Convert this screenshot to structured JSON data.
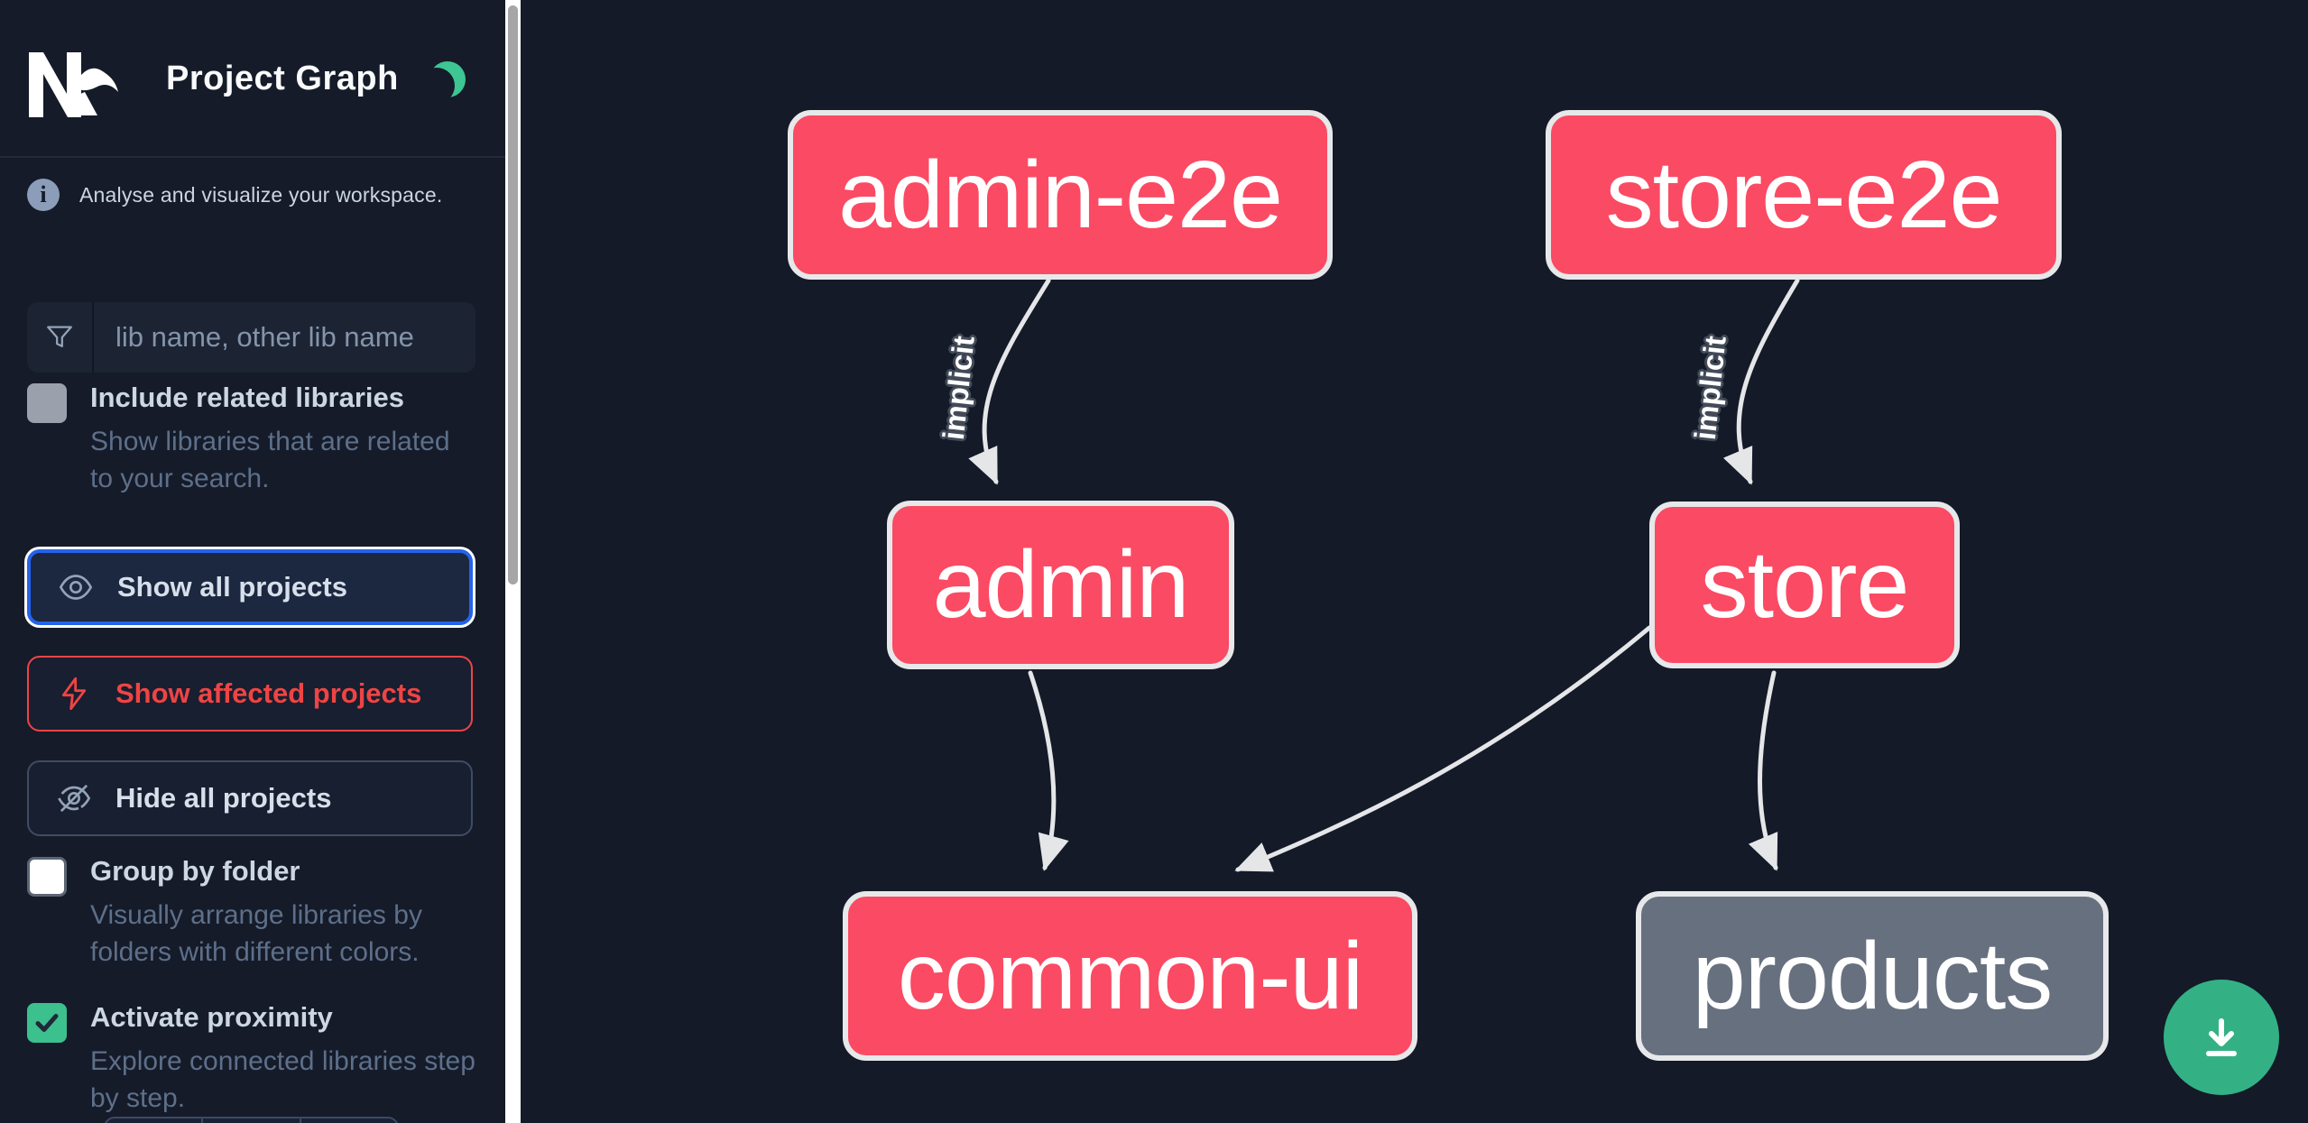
{
  "app": {
    "title": "Project Graph",
    "logo": "Nx",
    "theme_toggle_icon": "moon"
  },
  "sidebar": {
    "tagline": "Analyse and visualize your workspace.",
    "filter_input": {
      "placeholder": "lib name, other lib name",
      "value": ""
    },
    "options": [
      {
        "label": "Include related libraries",
        "description": "Show libraries that are related to your search.",
        "checked": false,
        "disabled": true
      },
      {
        "label": "Group by folder",
        "description": "Visually arrange libraries by folders with different colors.",
        "checked": false,
        "disabled": false
      },
      {
        "label": "Activate proximity",
        "description": "Explore connected libraries step by step.",
        "checked": true,
        "disabled": false
      }
    ],
    "actions": [
      {
        "label": "Show all projects",
        "icon": "eye",
        "state": "focused"
      },
      {
        "label": "Show affected projects",
        "icon": "lightning-bolt",
        "state": "affected"
      },
      {
        "label": "Hide all projects",
        "icon": "eye-off",
        "state": "default"
      }
    ]
  },
  "graph": {
    "nodes": [
      {
        "id": "admin-e2e",
        "label": "admin-e2e",
        "color": "#fb4a63"
      },
      {
        "id": "store-e2e",
        "label": "store-e2e",
        "color": "#fb4a63"
      },
      {
        "id": "admin",
        "label": "admin",
        "color": "#fb4a63"
      },
      {
        "id": "store",
        "label": "store",
        "color": "#fb4a63"
      },
      {
        "id": "common-ui",
        "label": "common-ui",
        "color": "#fb4a63"
      },
      {
        "id": "products",
        "label": "products",
        "color": "#67707f"
      }
    ],
    "edges": [
      {
        "from": "admin-e2e",
        "to": "admin",
        "label": "implicit"
      },
      {
        "from": "store-e2e",
        "to": "store",
        "label": "implicit"
      },
      {
        "from": "admin",
        "to": "common-ui",
        "label": ""
      },
      {
        "from": "store",
        "to": "common-ui",
        "label": ""
      },
      {
        "from": "store",
        "to": "products",
        "label": ""
      }
    ]
  },
  "fab": {
    "icon": "download"
  },
  "colors": {
    "background": "#141a28",
    "node_pink": "#fb4a63",
    "node_gray": "#67707f",
    "node_border": "#e7e8ea",
    "edge": "#e5e6e8",
    "accent_green": "#3ec594",
    "fab_green": "#33b185",
    "focus_blue": "#2563eb",
    "affected_red": "#ef4444",
    "text_muted": "#5d6f8a"
  }
}
